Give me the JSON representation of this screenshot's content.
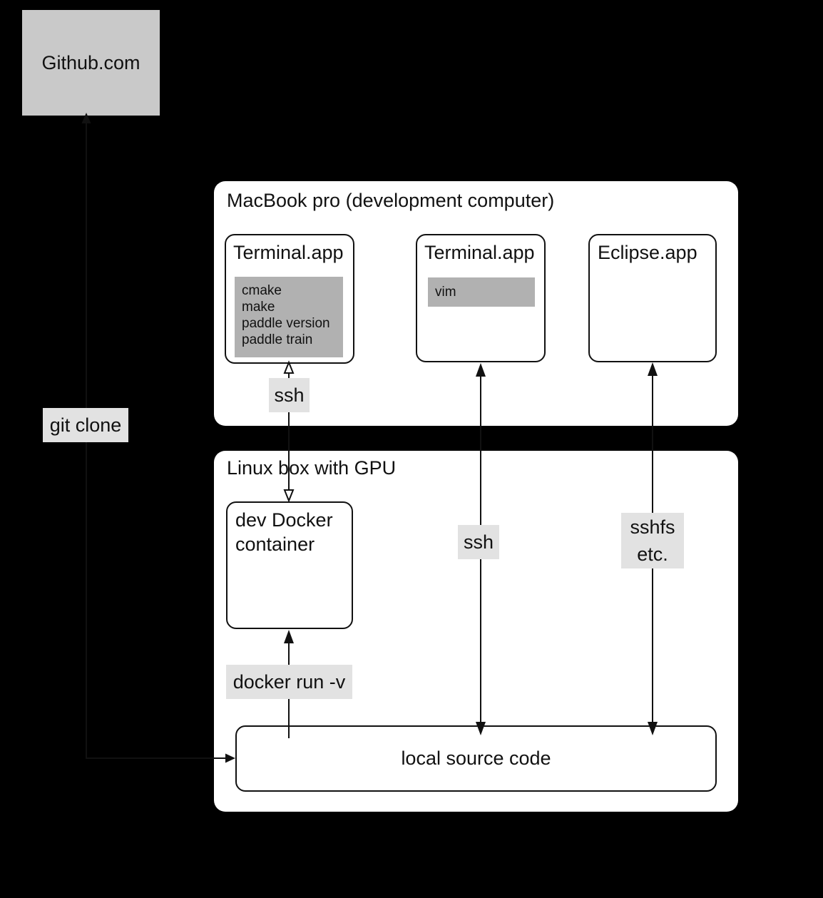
{
  "diagram": {
    "github": {
      "label": "Github.com"
    },
    "git_clone_label": "git clone",
    "macbook": {
      "title": "MacBook pro (development computer)",
      "terminal1": {
        "title": "Terminal.app",
        "commands": [
          "cmake",
          "make",
          "paddle version",
          "paddle train"
        ]
      },
      "terminal2": {
        "title": "Terminal.app",
        "commands": [
          "vim"
        ]
      },
      "eclipse": {
        "title": "Eclipse.app"
      }
    },
    "ssh_top_label": "ssh",
    "linux": {
      "title": "Linux box with GPU",
      "dev_docker": {
        "line1": "dev Docker",
        "line2": "container"
      },
      "ssh_label": "ssh",
      "sshfs": {
        "line1": "sshfs",
        "line2": "etc."
      },
      "docker_run_label": "docker run -v",
      "local_source_label": "local source code"
    },
    "colors": {
      "background": "#000000",
      "panel_white": "#ffffff",
      "github_gray": "#c9c9c9",
      "terminal_content_gray": "#b1b1b1",
      "connector_label_gray": "#e2e2e2",
      "line_black": "#111111"
    }
  }
}
